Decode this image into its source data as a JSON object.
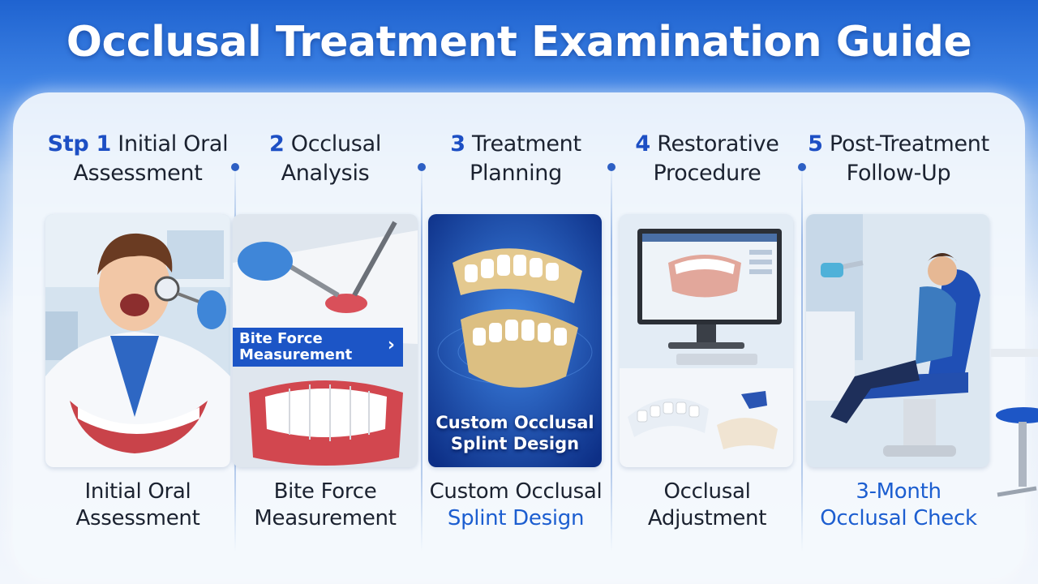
{
  "title": "Occlusal Treatment Examination Guide",
  "steps": [
    {
      "number": "Stp 1",
      "heading_line1": "Initial Oral",
      "heading_line2": "Assessment",
      "caption_line1": "Initial Oral",
      "caption_line2": "Assessment",
      "icon": "patient-mouth-exam"
    },
    {
      "number": "2",
      "heading_line1": "Occlusal",
      "heading_line2": "Analysis",
      "tile_text_line1": "Bite Force",
      "tile_text_line2": "Measurement",
      "caption_line1": "Bite Force",
      "caption_line2": "Measurement",
      "icon": "articulating-paper-teeth"
    },
    {
      "number": "3",
      "heading_line1": "Treatment",
      "heading_line2": "Planning",
      "tile_text_line1": "Custom Occlusal",
      "tile_text_line2": "Splint Design",
      "caption_line1": "Custom Occlusal",
      "caption_line2": "Splint Design",
      "icon": "3d-jaw-model"
    },
    {
      "number": "4",
      "heading_line1": "Restorative",
      "heading_line2": "Procedure",
      "caption_line1": "Occlusal",
      "caption_line2": "Adjustment",
      "icon": "computer-dental-scan"
    },
    {
      "number": "5",
      "heading_line1": "Post-Treatment",
      "heading_line2": "Follow-Up",
      "caption_line1": "3-Month",
      "caption_line2": "Occlusal Check",
      "icon": "dental-chair-patient"
    }
  ],
  "colors": {
    "accent": "#1d4fc4",
    "caption_blue": "#1c5ed0",
    "banner": "#1c55c6"
  }
}
